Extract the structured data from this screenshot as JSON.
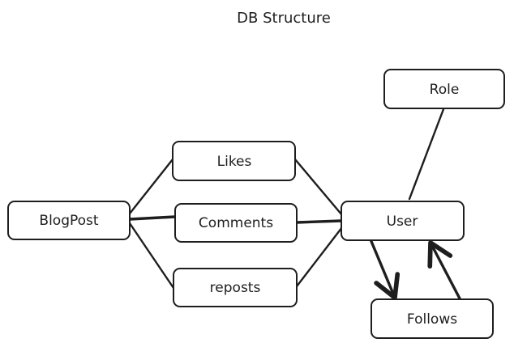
{
  "title": "DB Structure",
  "nodes": {
    "blogpost": "BlogPost",
    "likes": "Likes",
    "comments": "Comments",
    "reposts": "reposts",
    "user": "User",
    "role": "Role",
    "follows": "Follows"
  },
  "colors": {
    "stroke": "#1e1e1e",
    "background": "#ffffff"
  }
}
